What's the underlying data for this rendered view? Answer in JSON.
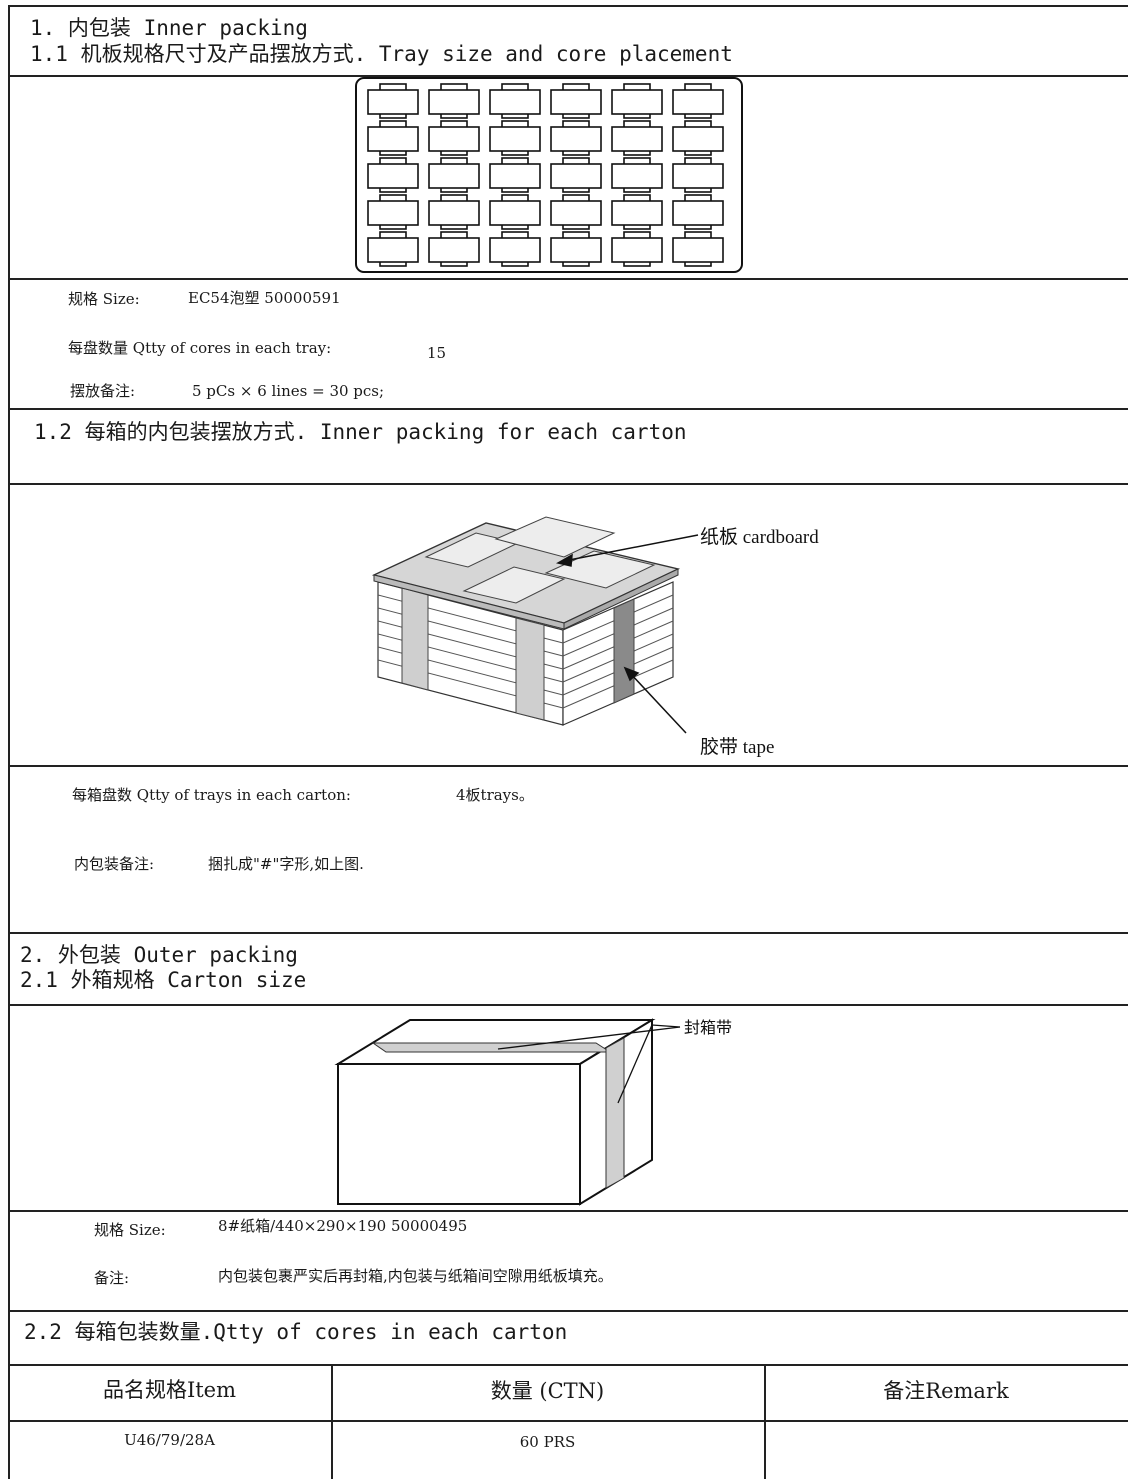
{
  "section1": {
    "heading": "1.  内包装  Inner packing",
    "sub_heading": "1.1 机板规格尺寸及产品摆放方式. Tray size and core placement",
    "tray": {
      "rows": 5,
      "cols": 6
    },
    "size_label": "规格 Size:",
    "size_value": "EC54泡塑  50000591",
    "qty_label": "每盘数量 Qtty of cores in each tray:",
    "qty_value": "15",
    "placement_label": "摆放备注:",
    "placement_value": "5 pCs × 6 lines = 30 pcs;"
  },
  "section12": {
    "heading": "1.2 每箱的内包装摆放方式. Inner packing for each carton",
    "cardboard_label": "纸板 cardboard",
    "tape_label": "胶带 tape",
    "trays_label": "每箱盘数  Qtty of trays in each carton:",
    "trays_value": "4板trays。",
    "remark_label": "内包装备注:",
    "remark_value": "捆扎成\"#\"字形,如上图."
  },
  "section2": {
    "heading": "2.  外包装 Outer packing",
    "sub_heading": "2.1 外箱规格 Carton size",
    "seal_tape_label": "封箱带",
    "size_label": "规格 Size:",
    "size_value": "8#纸箱/440×290×190  50000495",
    "remark_label": "备注:",
    "remark_value": "内包装包裹严实后再封箱,内包装与纸箱间空隙用纸板填充。"
  },
  "section22": {
    "heading": "2.2 每箱包装数量.Qtty of cores in each carton",
    "table": {
      "headers": [
        "品名规格Item",
        "数量  (CTN)",
        "备注Remark"
      ],
      "rows": [
        [
          "U46/79/28A",
          "60 PRS",
          ""
        ]
      ]
    }
  }
}
